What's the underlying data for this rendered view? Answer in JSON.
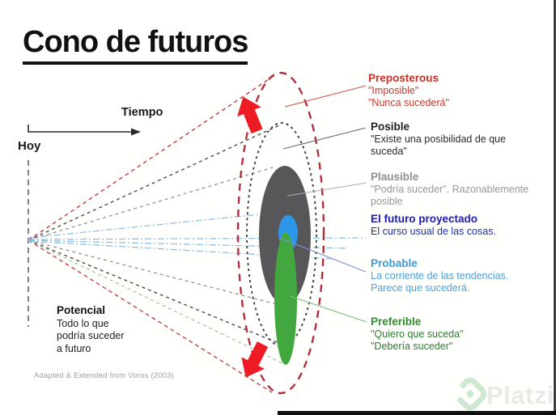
{
  "title": "Cono de futuros",
  "axes": {
    "time_label": "Tiempo",
    "today_label": "Hoy"
  },
  "potential": {
    "title": "Potencial",
    "lines": [
      "Todo lo que",
      "podría suceder",
      "a futuro"
    ]
  },
  "footnote": "Adapted & Extended  from Voros (2003)",
  "categories": [
    {
      "key": "preposterous",
      "title": "Preposterous",
      "color": "#c22f28",
      "lines": [
        "\"Imposible\"",
        "\"Nunca sucederá\""
      ]
    },
    {
      "key": "posible",
      "title": "Posible",
      "color": "#1f1f1f",
      "lines": [
        "\"Existe una posibilidad de que",
        "suceda\""
      ]
    },
    {
      "key": "plausible",
      "title": "Plausible",
      "color": "#8f8f8f",
      "lines": [
        "\"Podría suceder\". Razonablemente",
        "posible"
      ]
    },
    {
      "key": "proyectado",
      "title": "El futuro proyectado",
      "color": "#1b1bb0",
      "lines": [
        "El curso usual de las cosas."
      ]
    },
    {
      "key": "probable",
      "title": "Probable",
      "color": "#3d9ad8",
      "lines": [
        "La corriente de las tendencias.",
        "Parece que sucederá."
      ]
    },
    {
      "key": "preferible",
      "title": "Preferible",
      "color": "#2c8f2c",
      "lines": [
        "\"Quiero que suceda\"",
        "\"Debería suceder\""
      ]
    }
  ],
  "watermark": {
    "brand": "Platzi"
  },
  "colors": {
    "cone_red_dashed": "#b32e3c",
    "cone_black_dotted": "#3f3f3f",
    "plausible_fill": "#57575a",
    "projected_fill": "#2f97e8",
    "preferible_fill": "#41a73e",
    "arrow_red": "#ed1c24",
    "projected_line_blue": "#85bde2"
  }
}
